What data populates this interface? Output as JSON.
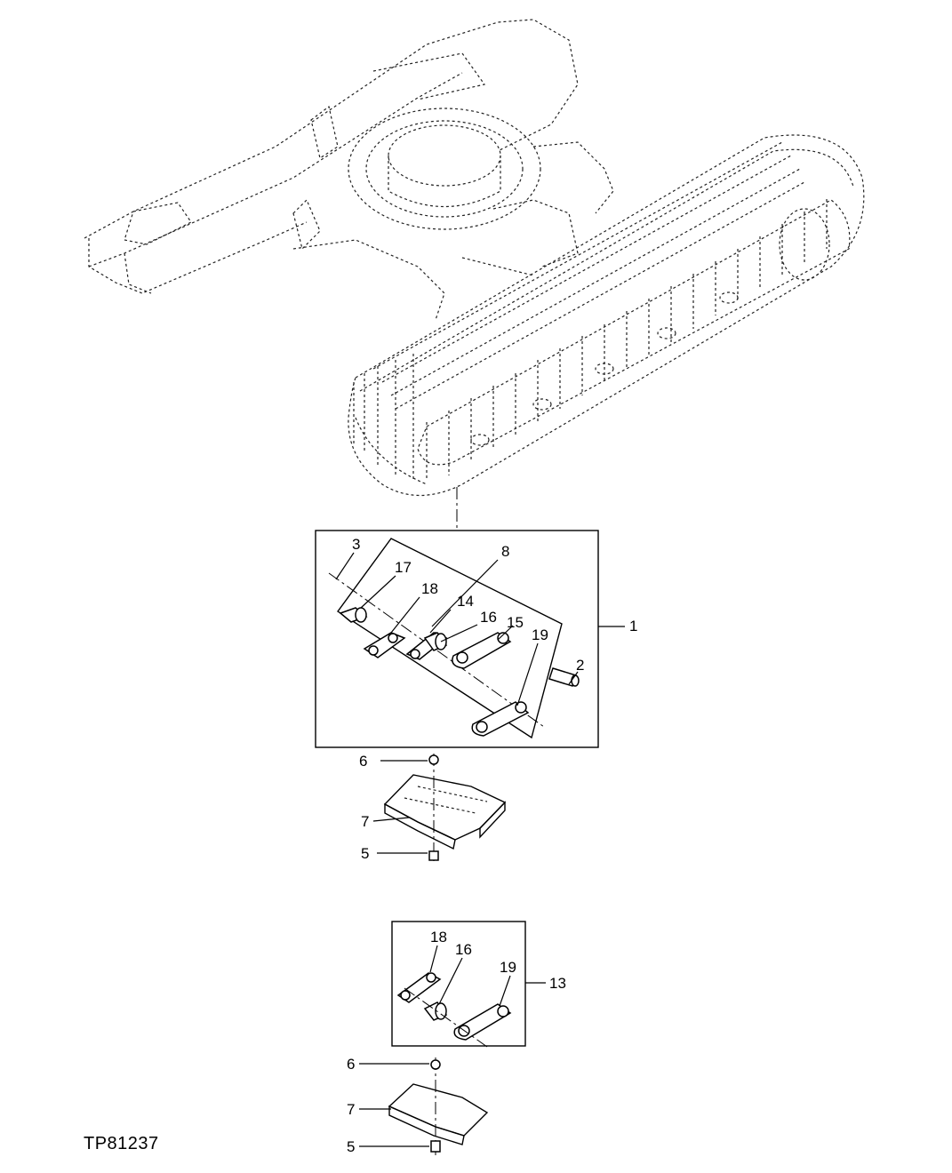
{
  "figure_ref": "TP81237",
  "callouts": {
    "c1": "1",
    "c2": "2",
    "c3": "3",
    "c5a": "5",
    "c5b": "5",
    "c6a": "6",
    "c6b": "6",
    "c7a": "7",
    "c7b": "7",
    "c8": "8",
    "c13": "13",
    "c14": "14",
    "c15": "15",
    "c16a": "16",
    "c16b": "16",
    "c17": "17",
    "c18a": "18",
    "c18b": "18",
    "c19a": "19",
    "c19b": "19"
  }
}
